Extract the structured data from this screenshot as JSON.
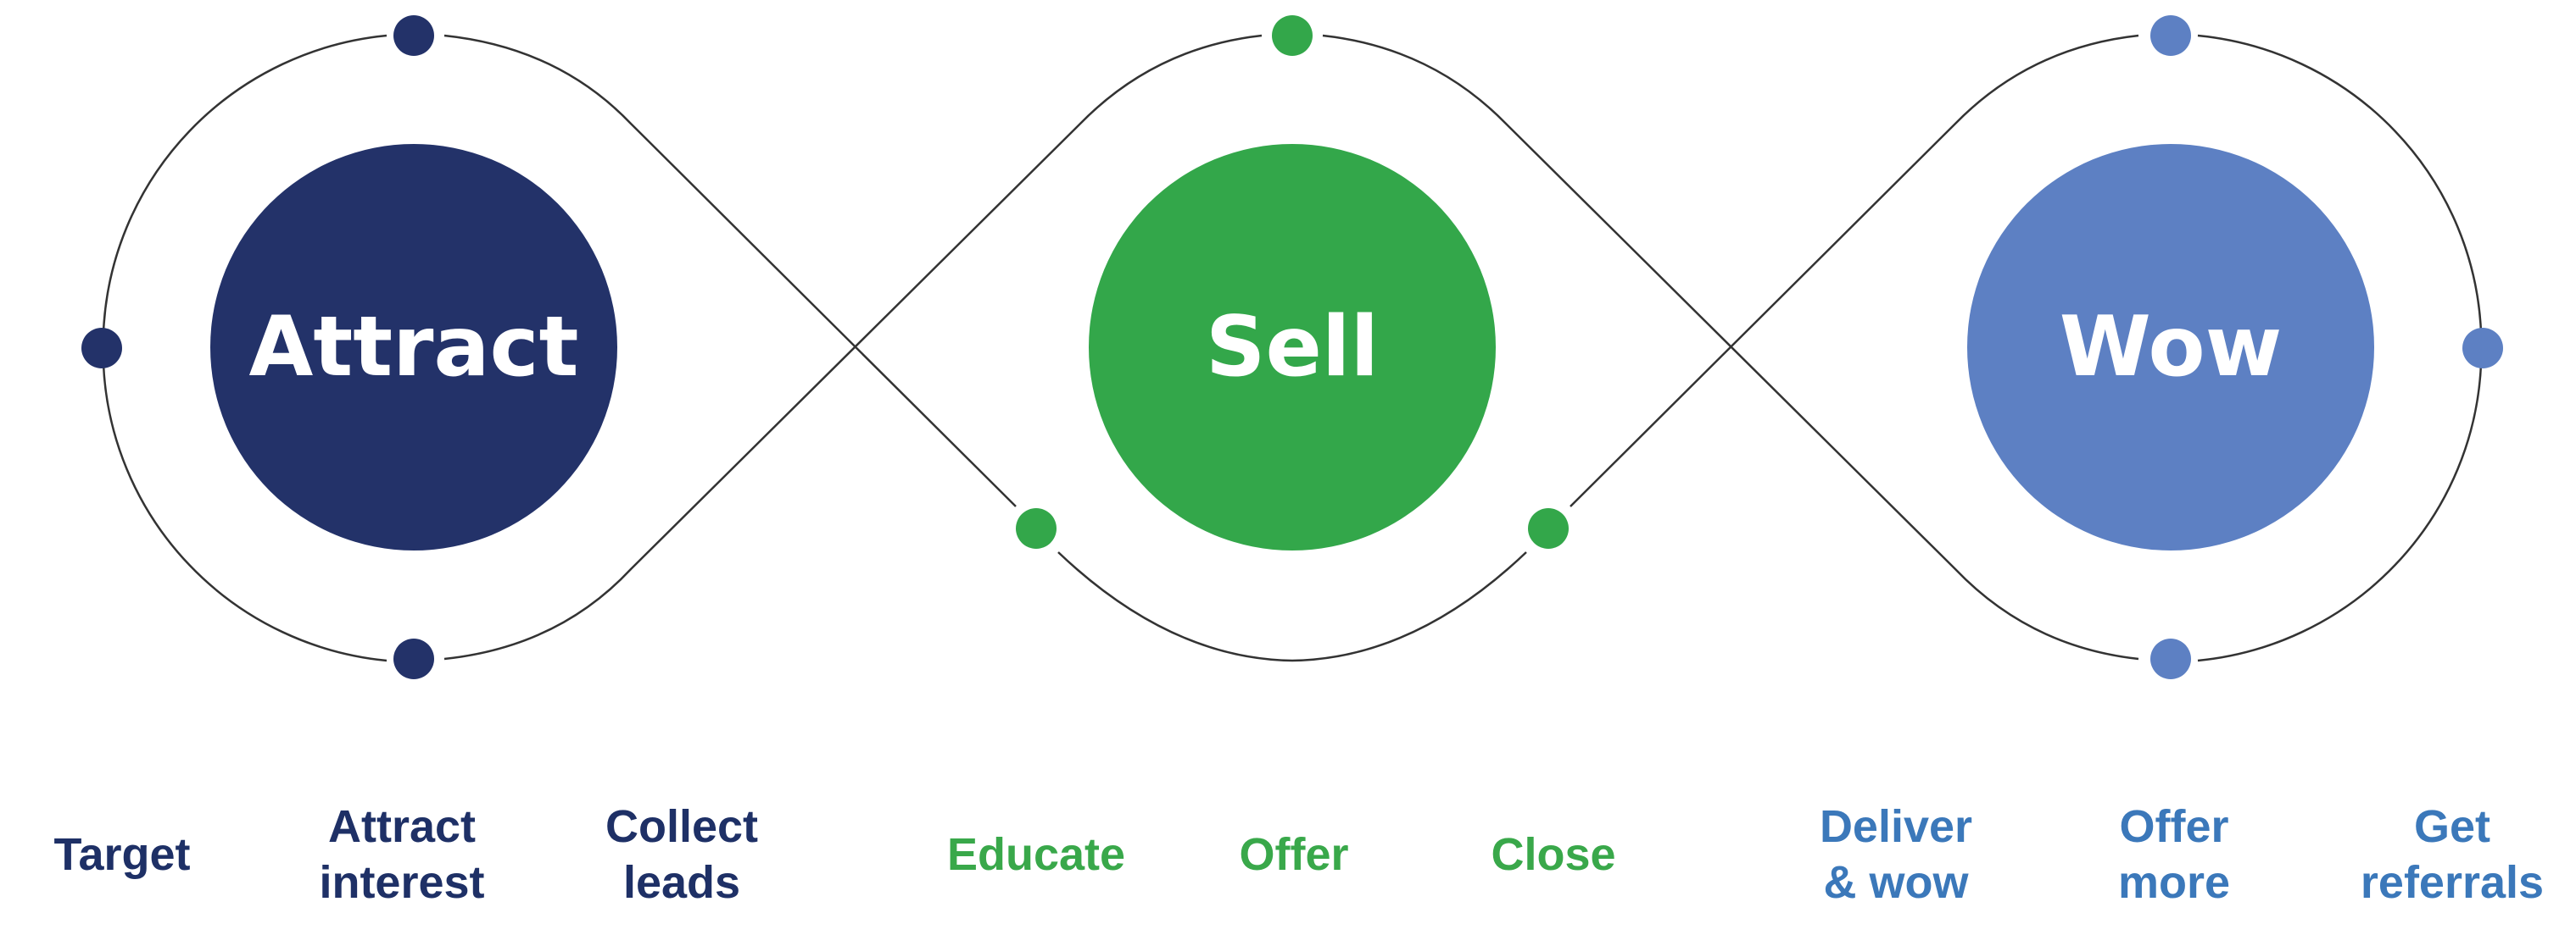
{
  "colors": {
    "attract": "#233269",
    "sell": "#33a74a",
    "wow": "#5d80c3",
    "wow_text": "#3b78ba",
    "attract_text": "#1e3066",
    "sell_text": "#39a84a",
    "line": "#333333"
  },
  "stages": [
    {
      "key": "attract",
      "label": "Attract"
    },
    {
      "key": "sell",
      "label": "Sell"
    },
    {
      "key": "wow",
      "label": "Wow"
    }
  ],
  "steps": [
    {
      "stage": "attract",
      "text": "Target"
    },
    {
      "stage": "attract",
      "text": "Attract\ninterest"
    },
    {
      "stage": "attract",
      "text": "Collect\nleads"
    },
    {
      "stage": "sell",
      "text": "Educate"
    },
    {
      "stage": "sell",
      "text": "Offer"
    },
    {
      "stage": "sell",
      "text": "Close"
    },
    {
      "stage": "wow",
      "text": "Deliver\n& wow"
    },
    {
      "stage": "wow",
      "text": "Offer\nmore"
    },
    {
      "stage": "wow",
      "text": "Get\nreferrals"
    }
  ]
}
